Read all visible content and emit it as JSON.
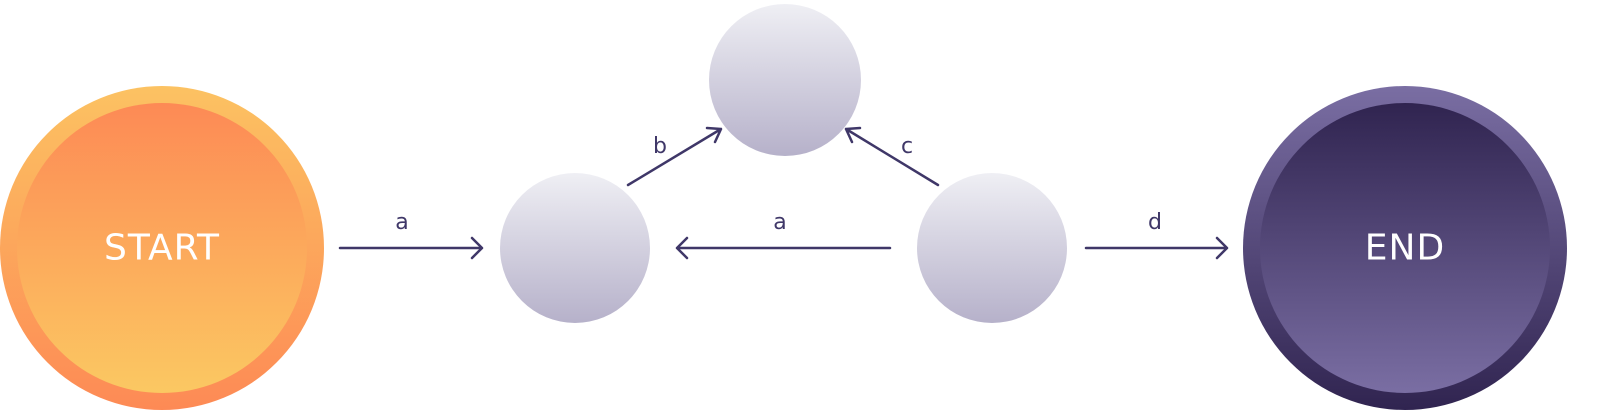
{
  "nodes": {
    "start": {
      "label": "START"
    },
    "end": {
      "label": "END"
    }
  },
  "edges": [
    {
      "label": "a",
      "from": "start",
      "to": "state-1"
    },
    {
      "label": "b",
      "from": "state-1",
      "to": "state-2"
    },
    {
      "label": "c",
      "from": "state-3",
      "to": "state-2"
    },
    {
      "label": "a",
      "from": "state-3",
      "to": "state-1"
    },
    {
      "label": "d",
      "from": "state-3",
      "to": "end"
    }
  ],
  "colors": {
    "start_outer": "#fcbf62",
    "start_inner_top": "#fd8a55",
    "start_inner_bottom": "#fbc662",
    "end_outer": "#76699f",
    "end_inner_top": "#302450",
    "end_inner_bottom": "#7a6ea3",
    "state_top": "#efeff4",
    "state_bottom": "#b6b1ca",
    "edge": "#3f3768"
  }
}
